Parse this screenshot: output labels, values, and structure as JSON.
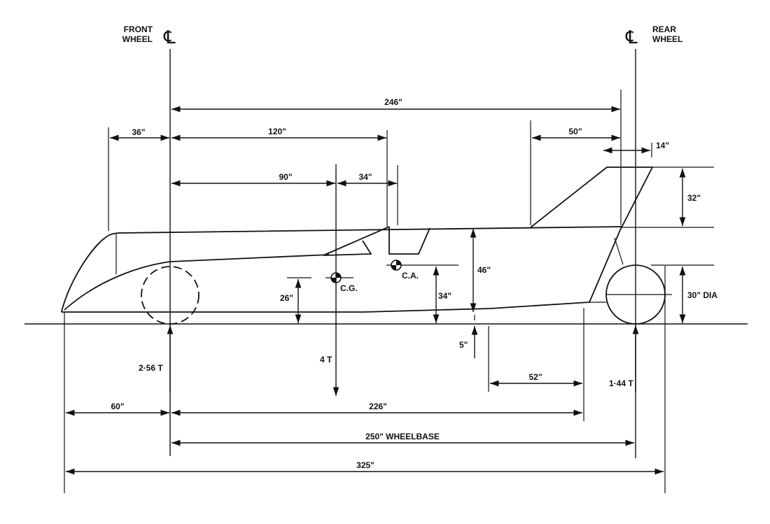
{
  "labels": {
    "front_wheel_line1": "FRONT",
    "front_wheel_line2": "WHEEL",
    "rear_wheel_line1": "REAR",
    "rear_wheel_line2": "WHEEL",
    "centerline_symbol": "℄",
    "cg": "C.G.",
    "ca": "C.A."
  },
  "dimensions": {
    "d246": "246\"",
    "d36": "36\"",
    "d120": "120\"",
    "d50": "50\"",
    "d14": "14\"",
    "d90": "90\"",
    "d34_top": "34\"",
    "d32": "32\"",
    "d46": "46\"",
    "d26": "26\"",
    "d34_ca": "34\"",
    "d30dia": "30\" DIA",
    "d5": "5\"",
    "d52": "52\"",
    "d60": "60\"",
    "d226": "226\"",
    "wheelbase": "250\" WHEELBASE",
    "d325": "325\""
  },
  "loads": {
    "front": "2·56 T",
    "cg": "4 T",
    "rear": "1·44 T"
  }
}
